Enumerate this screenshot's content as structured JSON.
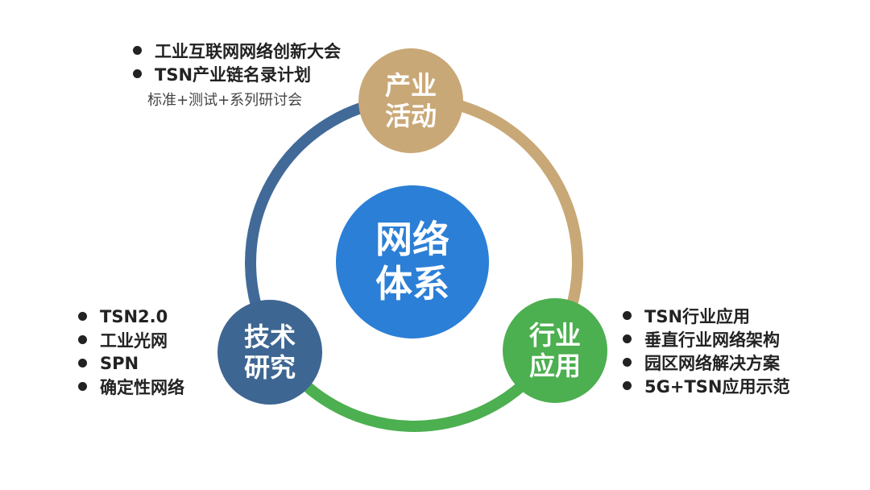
{
  "center": {
    "line1": "网络",
    "line2": "体系",
    "color": "#2b7fd6"
  },
  "nodes": {
    "industry_activity": {
      "line1": "产业",
      "line2": "活动",
      "color": "#c9a877"
    },
    "tech_research": {
      "line1": "技术",
      "line2": "研究",
      "color": "#3e6692"
    },
    "industry_application": {
      "line1": "行业",
      "line2": "应用",
      "color": "#4caf50"
    }
  },
  "lists": {
    "industry_activity": [
      "工业互联网网络创新大会",
      "TSN产业链名录计划"
    ],
    "industry_activity_note": "标准+测试+系列研讨会",
    "tech_research": [
      "TSN2.0",
      "工业光网",
      "SPN",
      "确定性网络"
    ],
    "industry_application": [
      "TSN行业应用",
      "垂直行业网络架构",
      "园区网络解决方案",
      "5G+TSN应用示范"
    ]
  }
}
